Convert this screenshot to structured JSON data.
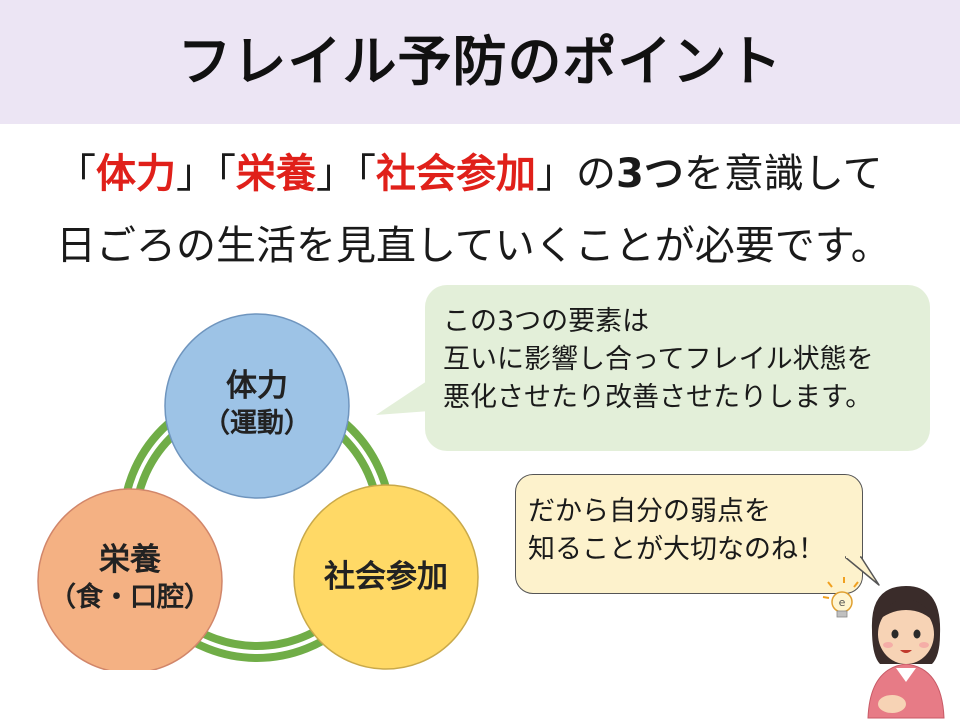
{
  "title": "フレイル予防のポイント",
  "lead": {
    "q1_open": "「",
    "w1": "体力",
    "q1_close": "」",
    "q2_open": "「",
    "w2": "栄養",
    "q2_close": "」",
    "q3_open": "「",
    "w3": "社会参加",
    "q3_close": "」",
    "rest_a": "の",
    "three": "3つ",
    "rest_b": "を意識して",
    "line2": "日ごろの生活を見直していくことが必要です。"
  },
  "circles": {
    "physical": {
      "label": "体力",
      "sub": "（運動）"
    },
    "nutrition": {
      "label": "栄養",
      "sub": "（食・口腔）"
    },
    "social": {
      "label": "社会参加"
    }
  },
  "bubble_info": {
    "line1": "この3つの要素は",
    "line2": "互いに影響し合ってフレイル状態を",
    "line3": "悪化させたり改善させたりします。"
  },
  "bubble_speech": {
    "line1": "だから自分の弱点を",
    "line2": "知ることが大切なのね！"
  },
  "icons": {
    "bulb_glyph": "e"
  },
  "colors": {
    "title_band": "#ece5f4",
    "accent_red": "#e0201a",
    "ring_green": "#70ad47",
    "circle_blue": "#9dc3e6",
    "circle_orange": "#f4b183",
    "circle_yellow": "#ffd966",
    "bubble_green": "#e3efd9",
    "bubble_yellow": "#fdf2cc"
  }
}
